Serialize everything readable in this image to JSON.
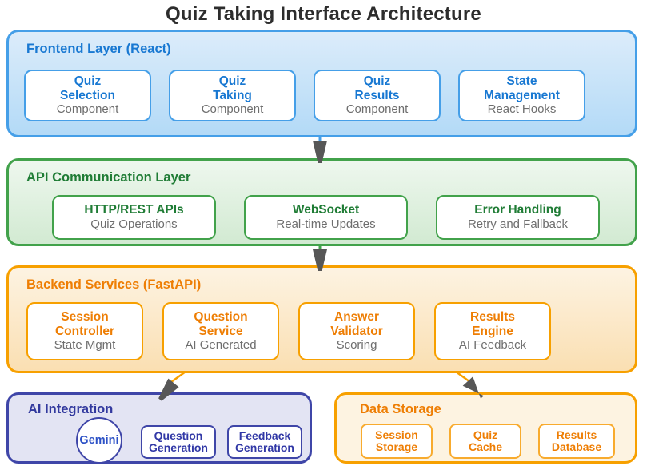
{
  "title": "Quiz Taking Interface Architecture",
  "colors": {
    "title_text": "#2d2d2d",
    "card_bg": "#ffffff",
    "subtext": "#6e6e6e",
    "arrowhead": "#575757",
    "blue_border": "#459fe8",
    "blue_fill_top": "#dcecfa",
    "blue_fill_bottom": "#b3daf7",
    "blue_text": "#1878d2",
    "green_border": "#42a24b",
    "green_fill_top": "#eef7ee",
    "green_fill_bottom": "#d2ead2",
    "green_text": "#1f7c35",
    "orange_border": "#f7a000",
    "orange_border_light": "#f8ab2e",
    "orange_fill_top": "#fdf3e2",
    "orange_fill_bottom": "#fadfb2",
    "orange_text": "#ee7e04",
    "indigo_border": "#3f46a8",
    "indigo_fill": "#e3e4f3",
    "indigo_text": "#32399e",
    "indigo_card_text": "#3138a6",
    "gemini_text": "#2c51c6",
    "cream_fill": "#fdf3e1"
  },
  "frontend": {
    "header": "Frontend Layer (React)",
    "cards": [
      {
        "title": "Quiz\nSelection",
        "sub": "Component"
      },
      {
        "title": "Quiz\nTaking",
        "sub": "Component"
      },
      {
        "title": "Quiz\nResults",
        "sub": "Component"
      },
      {
        "title": "State\nManagement",
        "sub": "React Hooks"
      }
    ]
  },
  "api": {
    "header": "API Communication Layer",
    "cards": [
      {
        "title": "HTTP/REST APIs",
        "sub": "Quiz Operations"
      },
      {
        "title": "WebSocket",
        "sub": "Real-time Updates"
      },
      {
        "title": "Error Handling",
        "sub": "Retry and Fallback"
      }
    ]
  },
  "backend": {
    "header": "Backend Services (FastAPI)",
    "cards": [
      {
        "title": "Session\nController",
        "sub": "State Mgmt"
      },
      {
        "title": "Question\nService",
        "sub": "AI Generated"
      },
      {
        "title": "Answer\nValidator",
        "sub": "Scoring"
      },
      {
        "title": "Results\nEngine",
        "sub": "AI Feedback"
      }
    ]
  },
  "ai": {
    "header": "AI Integration",
    "gemini_label": "Gemini",
    "cards": [
      {
        "title": "Question\nGeneration"
      },
      {
        "title": "Feedback\nGeneration"
      }
    ]
  },
  "storage": {
    "header": "Data Storage",
    "cards": [
      {
        "title": "Session\nStorage"
      },
      {
        "title": "Quiz\nCache"
      },
      {
        "title": "Results\nDatabase"
      }
    ]
  }
}
